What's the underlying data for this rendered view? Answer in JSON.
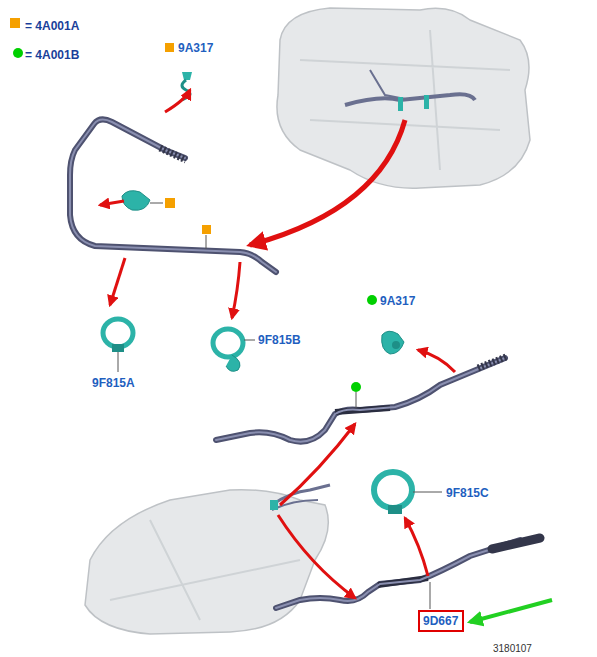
{
  "diagram": {
    "nodes": [
      {
        "text": [
          "9D667"
        ]
      }
    ],
    "labels": [
      "9A317",
      "9F815A",
      "9F815B",
      "9A317",
      "9F815C",
      "3180107"
    ],
    "legend": [
      {
        "text": "= 4A001A",
        "color": "#f5a000"
      },
      {
        "text": "= 4A001B",
        "color": "#00d000"
      }
    ]
  }
}
